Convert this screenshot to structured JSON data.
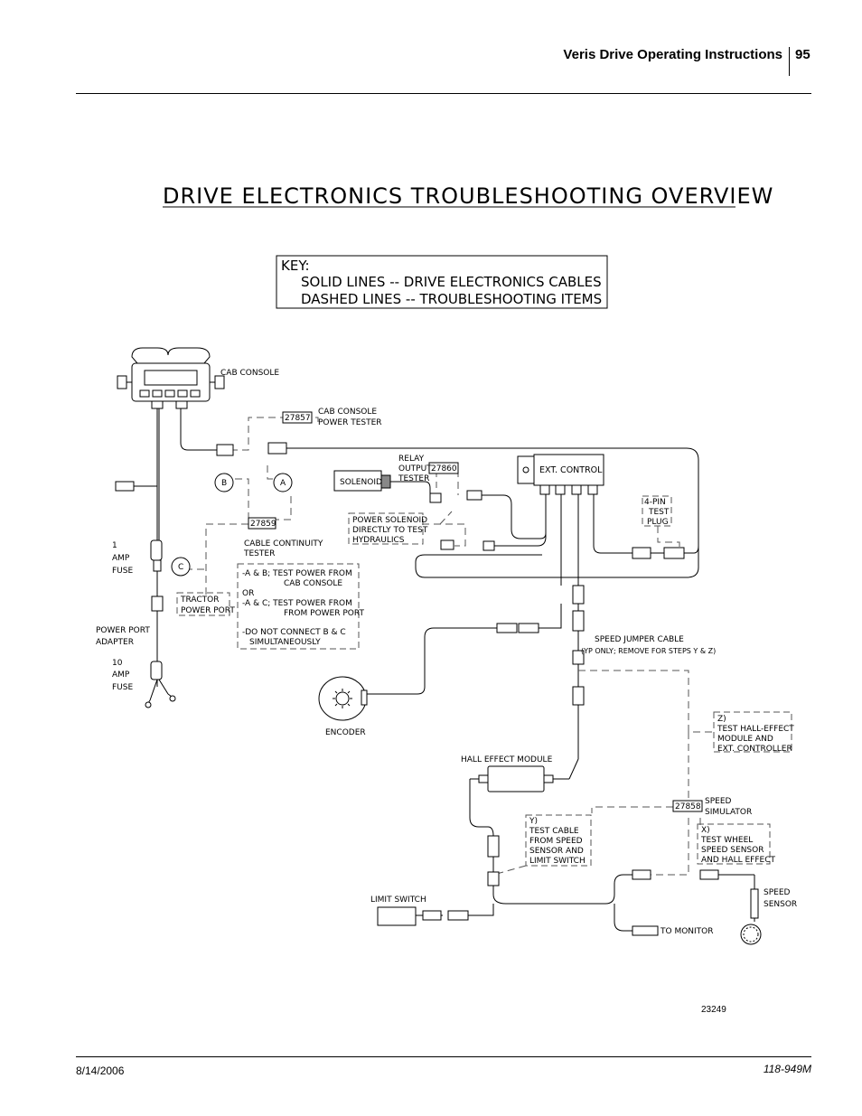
{
  "header": {
    "title": "Veris Drive Operating Instructions",
    "page": "95"
  },
  "footer": {
    "date": "8/14/2006",
    "doc_number": "118-949M"
  },
  "diagram": {
    "title": "DRIVE ELECTRONICS TROUBLESHOOTING OVERVIEW",
    "key": {
      "heading": "KEY:",
      "line1": "SOLID LINES -- DRIVE ELECTRONICS CABLES",
      "line2": "DASHED LINES -- TROUBLESHOOTING ITEMS"
    },
    "labels": {
      "cab_console": "CAB CONSOLE",
      "cab_power_tester_part": "27857",
      "cab_power_tester_1": "CAB CONSOLE",
      "cab_power_tester_2": "POWER TESTER",
      "relay_1": "RELAY",
      "relay_2": "OUTPUT",
      "relay_3": "TESTER",
      "relay_part": "27860",
      "solenoid": "SOLENOID",
      "ext_control": "EXT. CONTROL",
      "plug_1": "4-PIN",
      "plug_2": "TEST",
      "plug_3": "PLUG",
      "point_a": "A",
      "point_b": "B",
      "point_c": "C",
      "continuity_part": "27859",
      "continuity_1": "CABLE CONTINUITY",
      "continuity_2": "TESTER",
      "psol_1": "POWER SOLENOID",
      "psol_2": "DIRECTLY TO TEST",
      "psol_3": "HYDRAULICS",
      "fuse1_1": "1",
      "fuse1_2": "AMP",
      "fuse1_3": "FUSE",
      "note_1": "-A & B; TEST POWER FROM",
      "note_2": "CAB CONSOLE",
      "note_3": "OR",
      "note_4": "-A & C; TEST POWER FROM",
      "note_5": "FROM POWER PORT",
      "note_6": "-DO NOT CONNECT B & C",
      "note_7": "SIMULTANEOUSLY",
      "tractor_1": "TRACTOR",
      "tractor_2": "POWER PORT",
      "ppa_1": "POWER PORT",
      "ppa_2": "ADAPTER",
      "fuse10_1": "10",
      "fuse10_2": "AMP",
      "fuse10_3": "FUSE",
      "speed_jumper": "SPEED JUMPER CABLE",
      "speed_jumper_note": "(YP ONLY; REMOVE FOR STEPS Y & Z)",
      "encoder": "ENCODER",
      "z_1": "Z)",
      "z_2": "TEST HALL-EFFECT",
      "z_3": "MODULE AND",
      "z_4": "EXT. CONTROLLER",
      "hall_effect": "HALL EFFECT MODULE",
      "sim_part": "27858",
      "sim_1": "SPEED",
      "sim_2": "SIMULATOR",
      "y_1": "Y)",
      "y_2": "TEST CABLE",
      "y_3": "FROM SPEED",
      "y_4": "SENSOR AND",
      "y_5": "LIMIT SWITCH",
      "x_1": "X)",
      "x_2": "TEST WHEEL",
      "x_3": "SPEED SENSOR",
      "x_4": "AND HALL EFFECT",
      "limit_switch": "LIMIT SWITCH",
      "speed_sensor_1": "SPEED",
      "speed_sensor_2": "SENSOR",
      "to_monitor": "TO MONITOR"
    },
    "figure_number": "23249"
  }
}
